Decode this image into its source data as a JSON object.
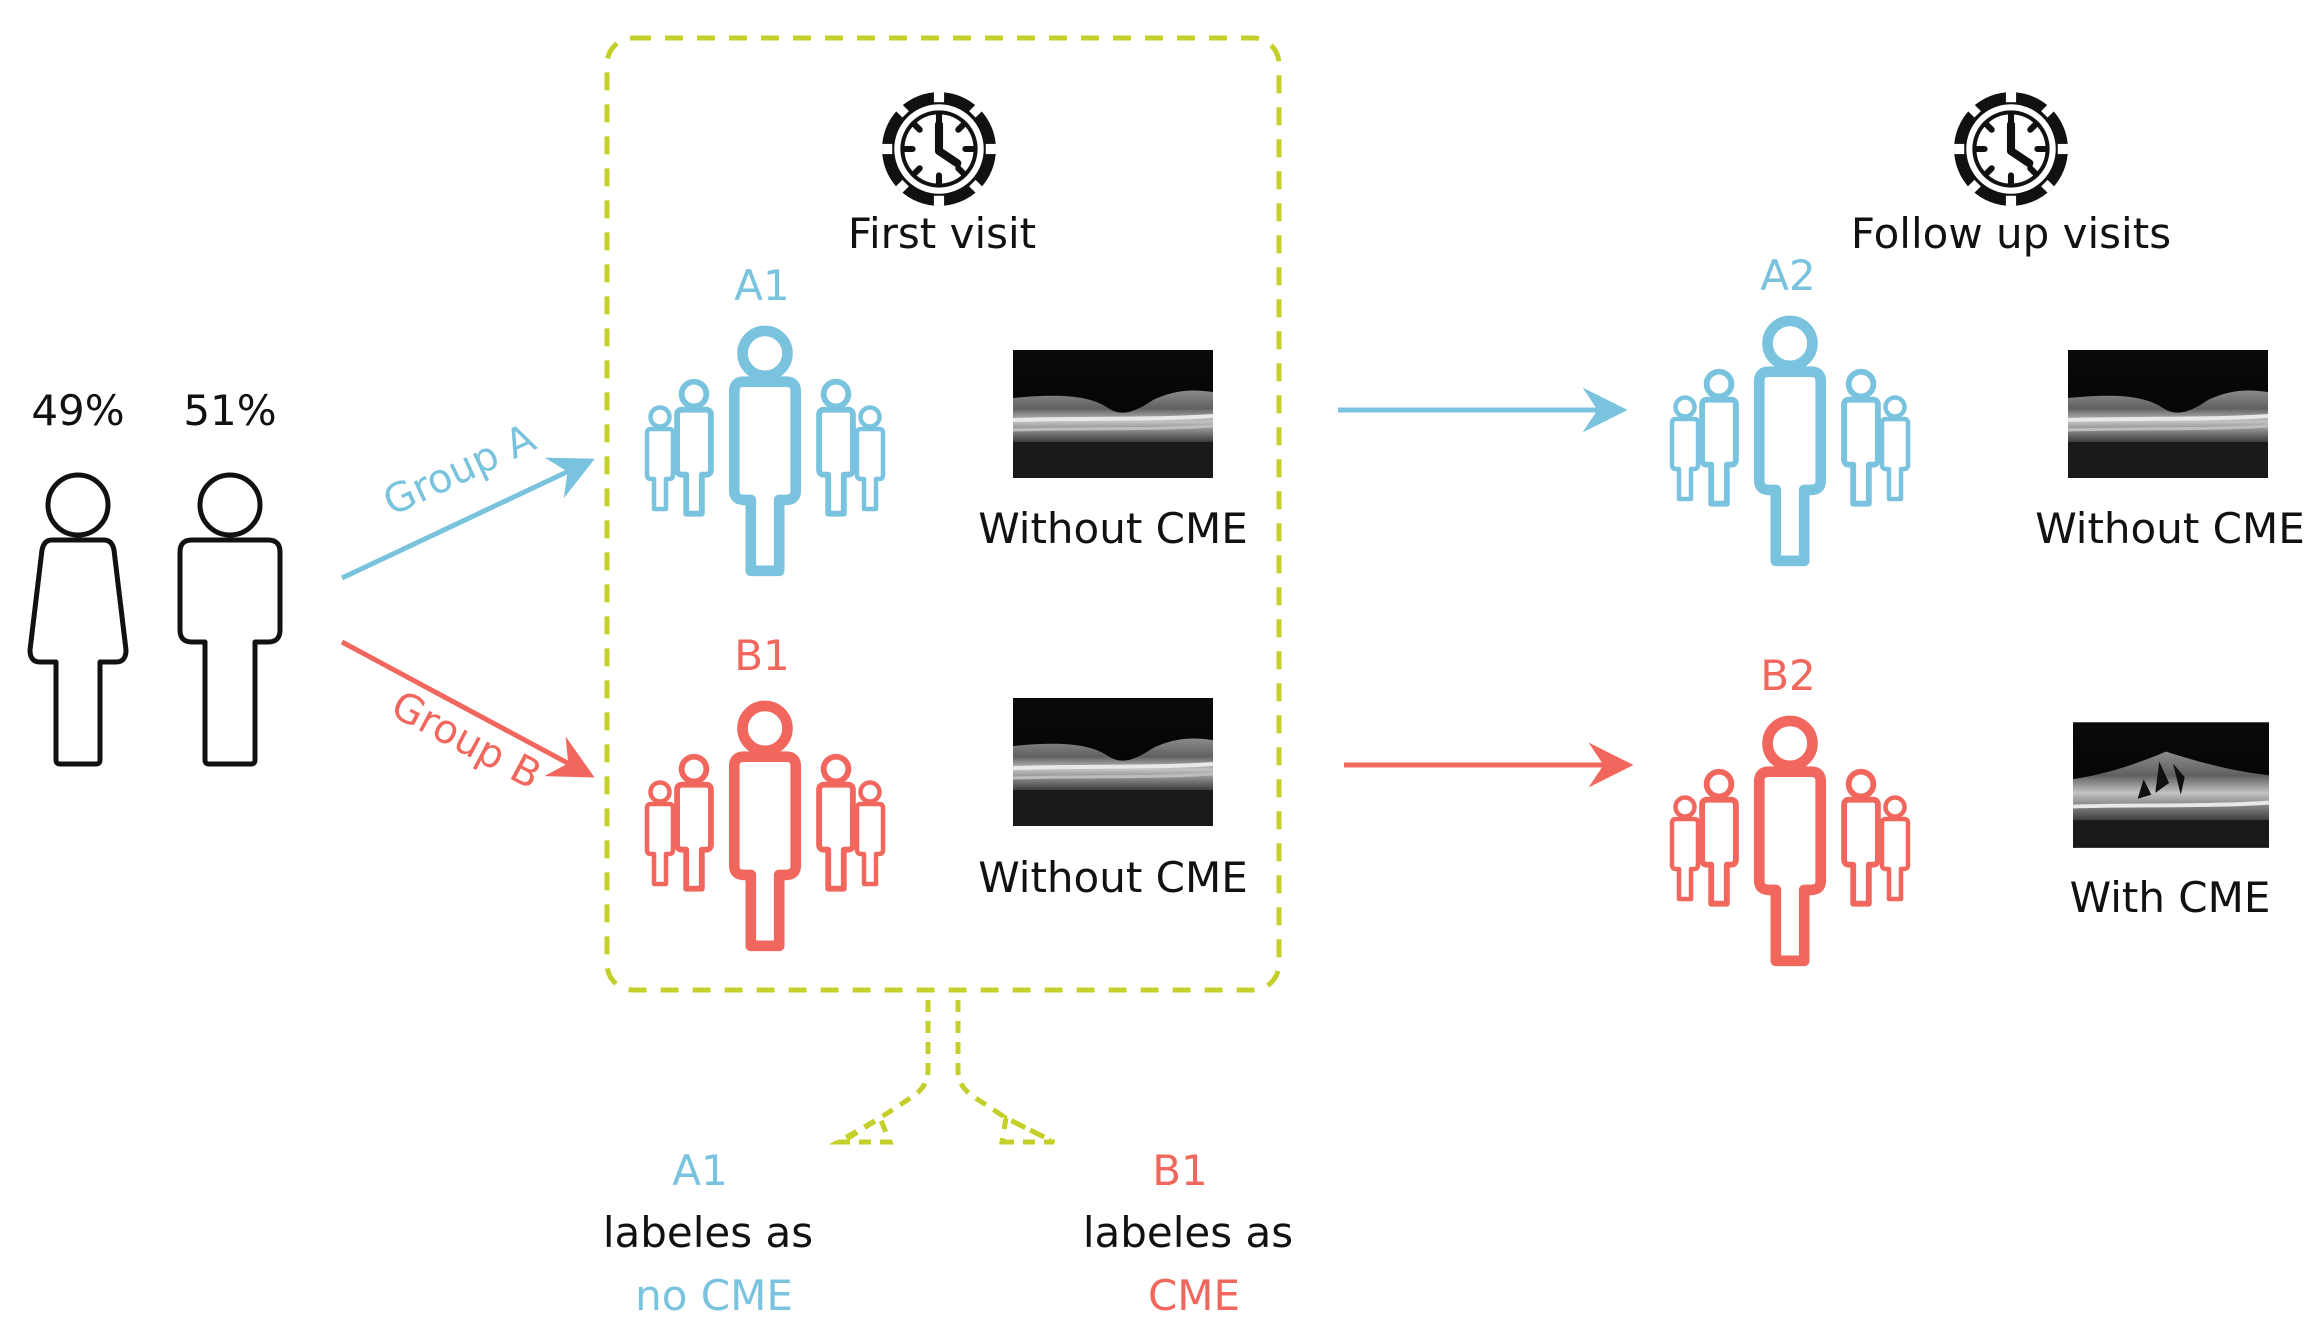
{
  "colors": {
    "groupA": "#79c3df",
    "groupB": "#f2675d",
    "box": "#c5cf2a",
    "ink": "#111111"
  },
  "population": {
    "pct_female": "49%",
    "pct_male": "51%"
  },
  "groups": {
    "a_label": "Group A",
    "b_label": "Group B"
  },
  "first_visit": {
    "title": "First visit",
    "a_label": "A1",
    "a_caption": "Without CME",
    "b_label": "B1",
    "b_caption": "Without CME"
  },
  "follow_up": {
    "title": "Follow up visits",
    "a_label": "A2",
    "a_caption": "Without CME",
    "b_label": "B2",
    "b_caption": "With CME"
  },
  "labels": {
    "a_head": "A1",
    "a_line": "labeles as",
    "a_value": "no CME",
    "b_head": "B1",
    "b_line": "labeles as",
    "b_value": "CME"
  },
  "icons": [
    "female-person-icon",
    "male-person-icon",
    "clock-icon",
    "people-group-icon",
    "oct-scan-image"
  ]
}
